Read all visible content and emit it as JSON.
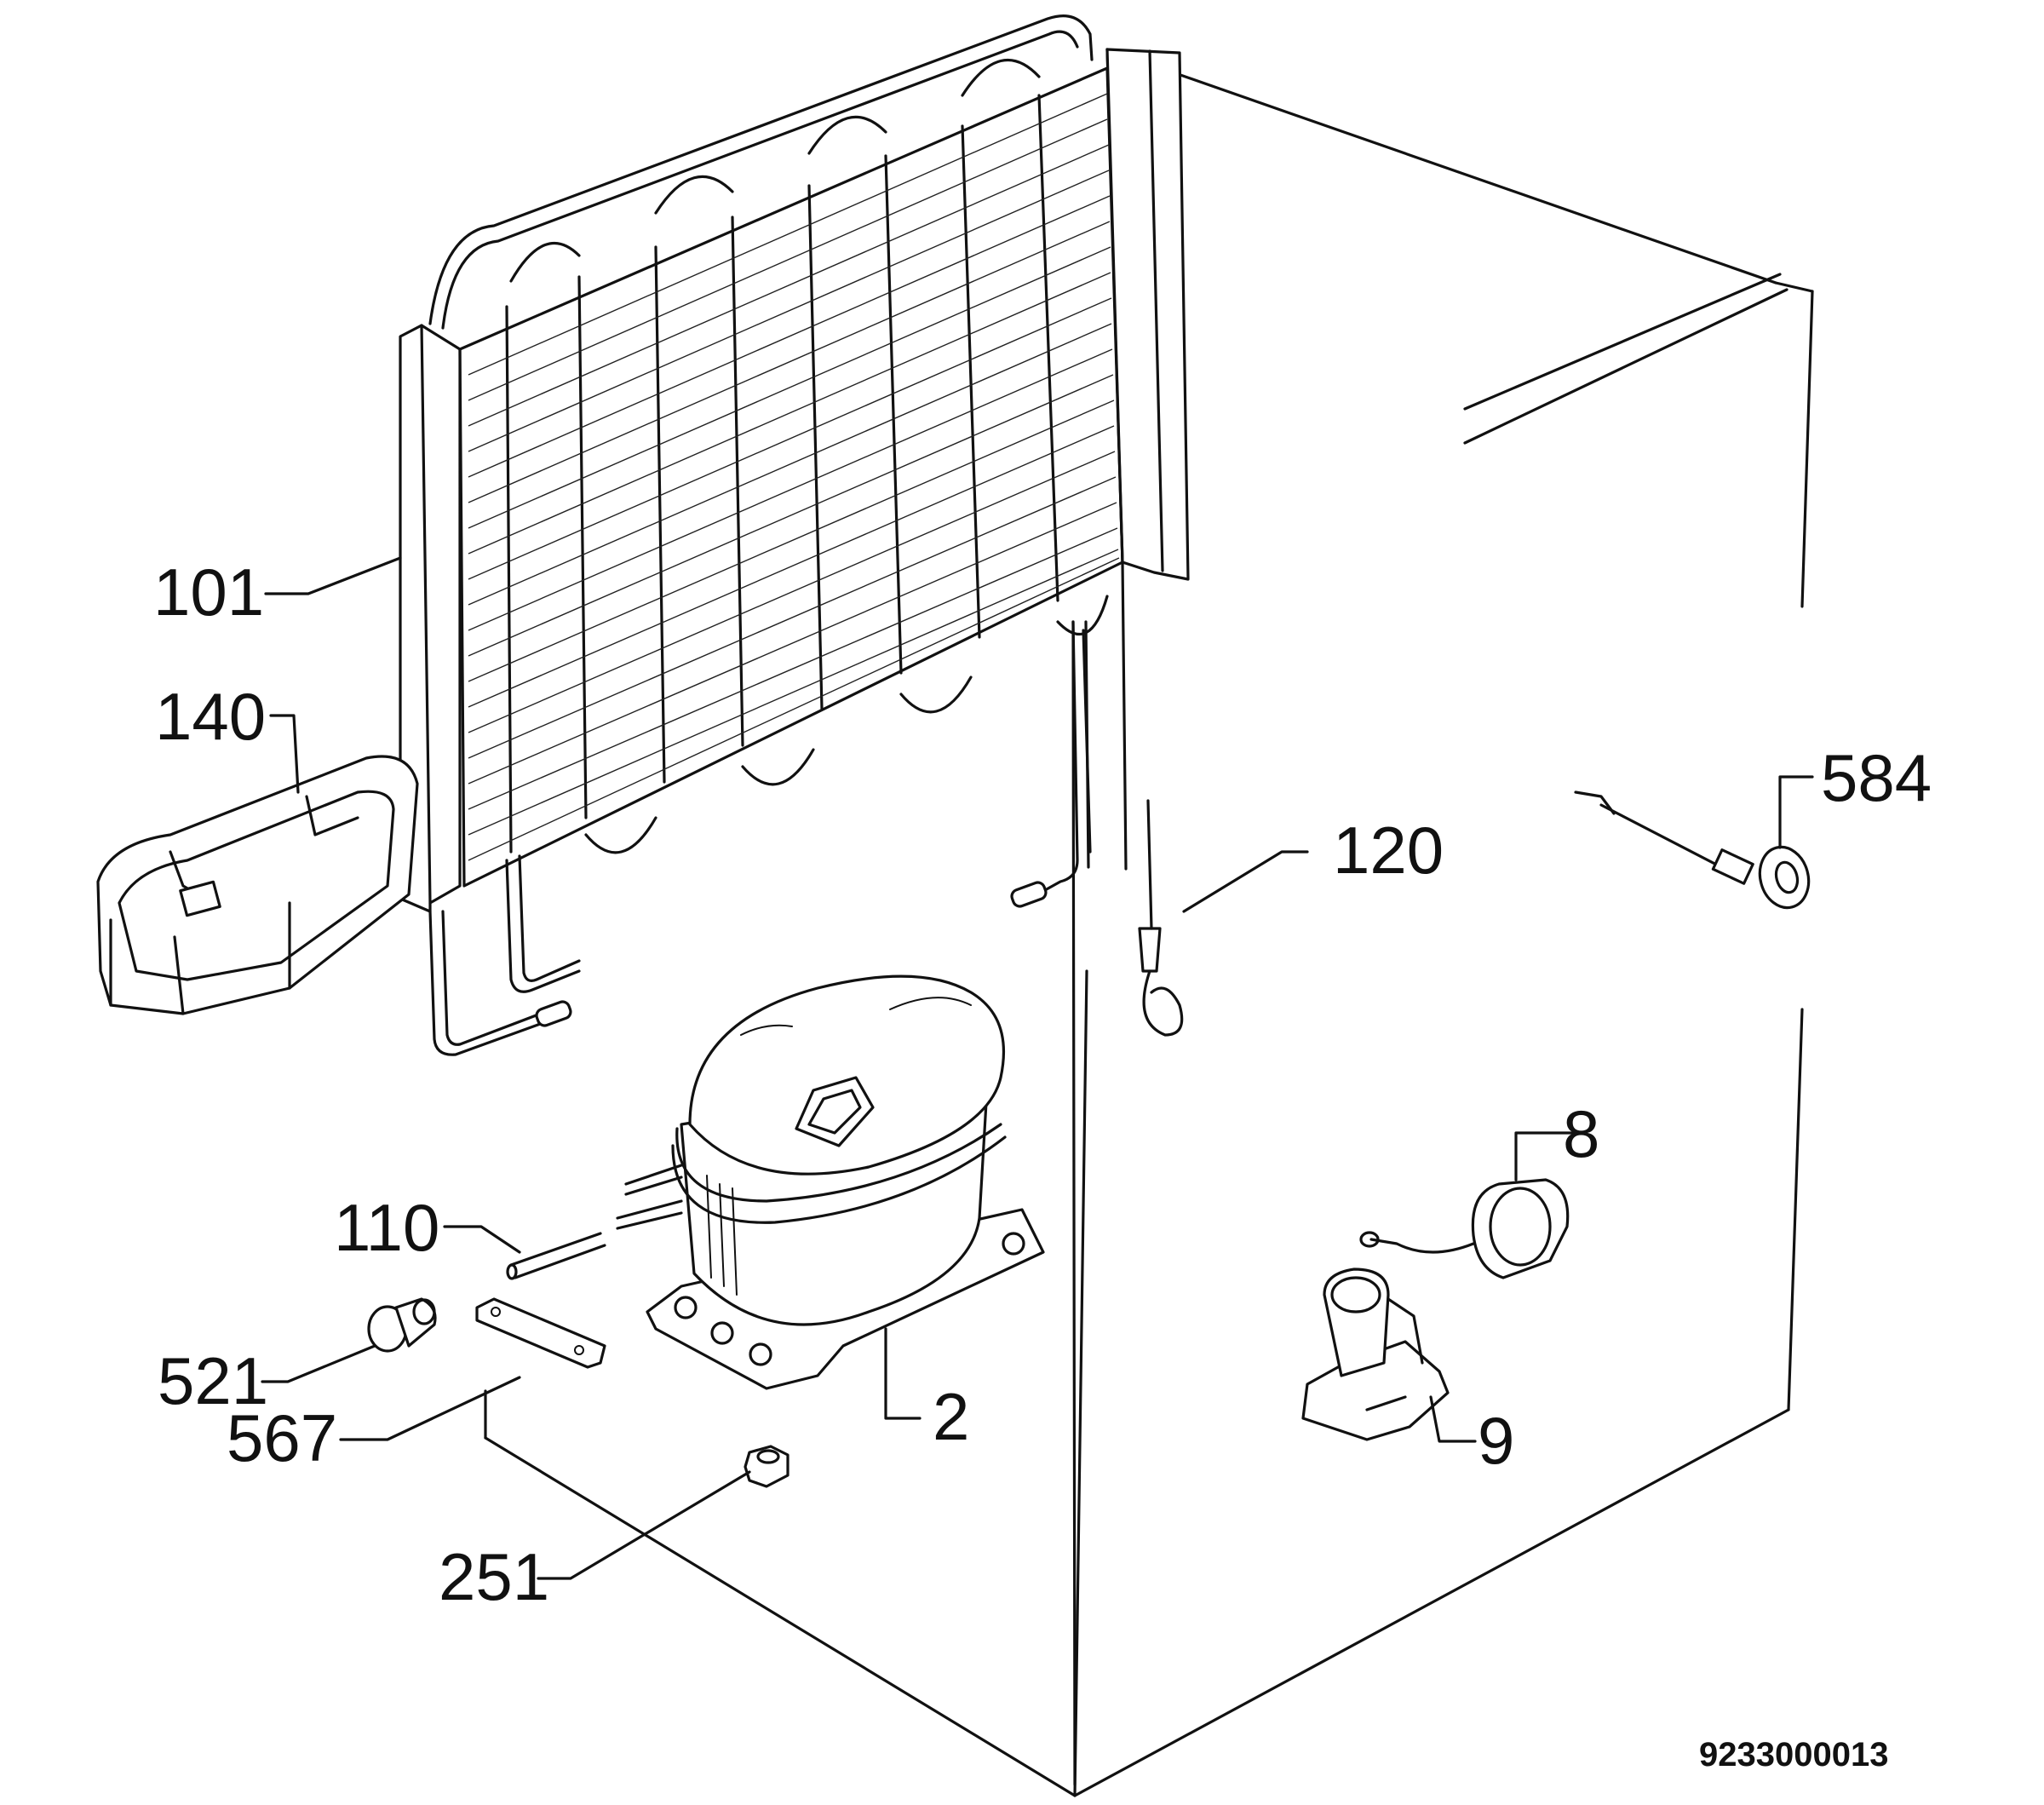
{
  "parts": [
    {
      "id": "p101",
      "number": "101"
    },
    {
      "id": "p140",
      "number": "140"
    },
    {
      "id": "p120",
      "number": "120"
    },
    {
      "id": "p584",
      "number": "584"
    },
    {
      "id": "p8",
      "number": "8"
    },
    {
      "id": "p110",
      "number": "110"
    },
    {
      "id": "p521",
      "number": "521"
    },
    {
      "id": "p567",
      "number": "567"
    },
    {
      "id": "p2",
      "number": "2"
    },
    {
      "id": "p9",
      "number": "9"
    },
    {
      "id": "p251",
      "number": "251"
    }
  ],
  "drawing_code": "9233000013",
  "colors": {
    "line": "#111111",
    "background": "#ffffff"
  }
}
